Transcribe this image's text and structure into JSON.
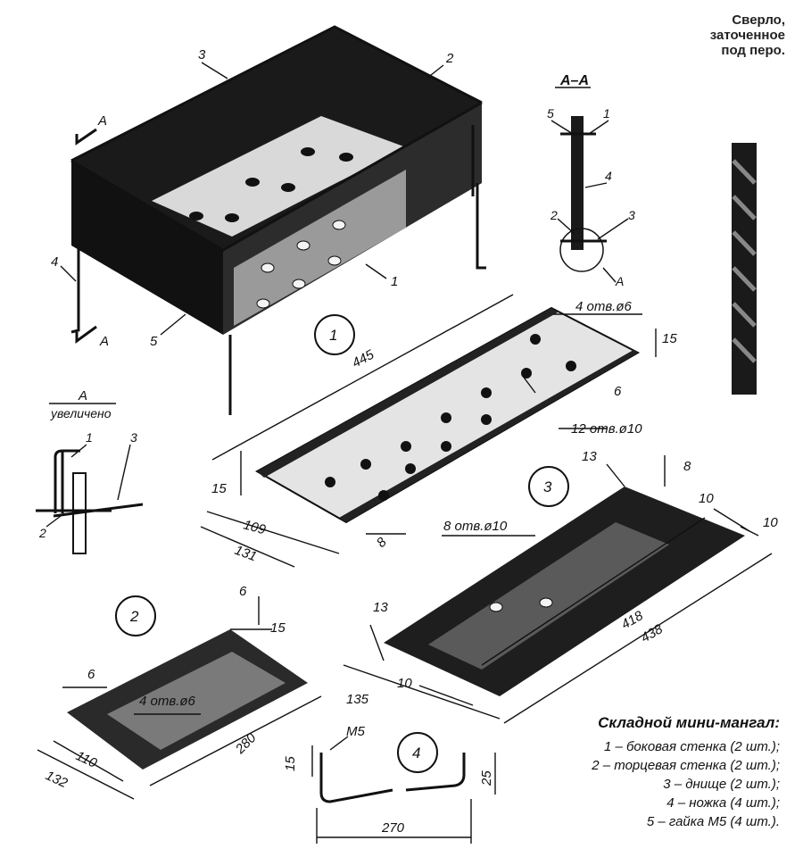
{
  "drill_caption": [
    "Сверло,",
    "заточенное",
    "под перо."
  ],
  "section_title": "А–А",
  "zoom_label": {
    "top": "А",
    "bottom": "увеличено"
  },
  "view_letter": "А",
  "part_numbers": [
    "1",
    "2",
    "3",
    "4",
    "5"
  ],
  "figure_numbers": [
    "1",
    "2",
    "3",
    "4"
  ],
  "dimensions": {
    "side_wall": {
      "length": "445",
      "width": "131",
      "inner": "109",
      "edge": "15",
      "flange": "8",
      "bend": "6",
      "holes_top": "4 отв.ø6",
      "holes_main": "12 отв.ø10"
    },
    "bottom": {
      "length": "438",
      "inner_length": "418",
      "width": "135",
      "edge": "10",
      "edge_right": "10",
      "top": "13",
      "left": "13",
      "right": "8",
      "right2": "10",
      "holes": "8 отв.ø10"
    },
    "end_wall": {
      "length": "280",
      "width": "132",
      "inner": "110",
      "bend": "6",
      "edge": "15",
      "edge_left": "6",
      "holes": "4 отв.ø6"
    },
    "leg": {
      "length": "270",
      "height": "25",
      "short": "15",
      "thread": "М5"
    }
  },
  "legend": {
    "title": "Складной мини-мангал:",
    "items": [
      "1 – боковая стенка (2 шт.);",
      "2 – торцевая стенка (2 шт.);",
      "3 – днище (2 шт.);",
      "4 – ножка (4 шт.);",
      "5 – гайка М5 (4 шт.)."
    ]
  }
}
